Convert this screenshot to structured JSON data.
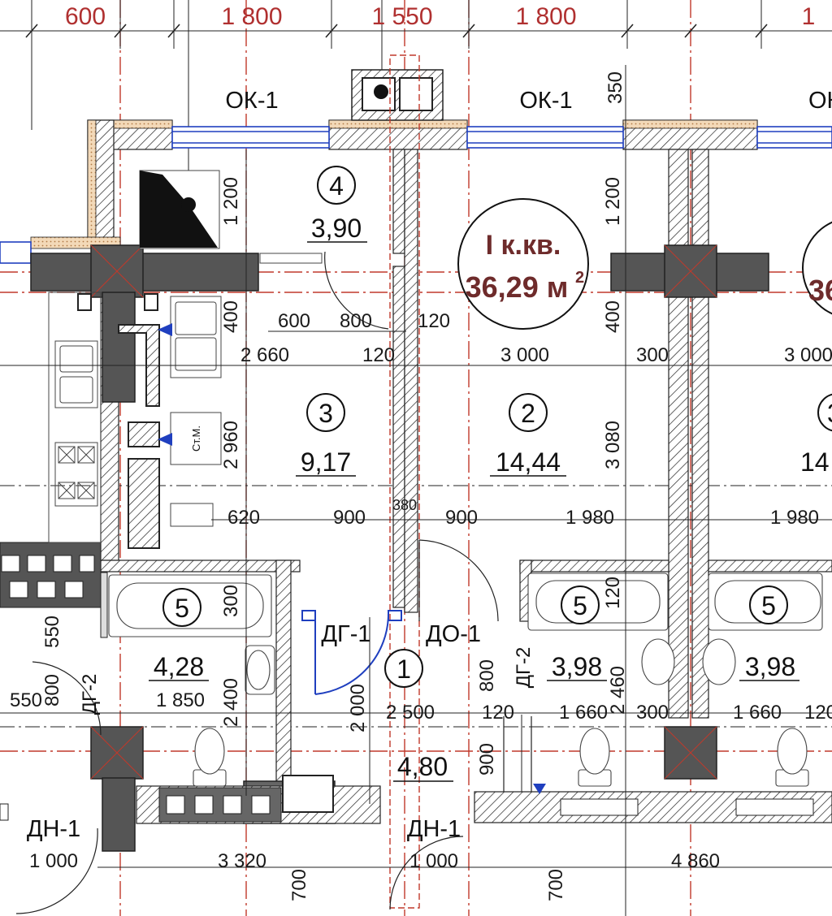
{
  "top_dimensions": [
    "600",
    "1 800",
    "1 550",
    "1 800",
    "1"
  ],
  "window_labels": [
    "ОК-1",
    "ОК-1",
    "ОК"
  ],
  "apartment": {
    "label": "I к.кв.",
    "area": "36,29 м",
    "sup": "2"
  },
  "rooms": [
    {
      "num": "4",
      "area": "3,90"
    },
    {
      "num": "3",
      "area": "9,17"
    },
    {
      "num": "2",
      "area": "14,44"
    },
    {
      "num": "1",
      "area": "4,80"
    },
    {
      "num": "5",
      "area": "4,28"
    },
    {
      "num": "5",
      "area": "3,98"
    },
    {
      "num": "5",
      "area": "3,98"
    }
  ],
  "right_partial": {
    "num": "3",
    "area": "14",
    "apt_area": "36"
  },
  "door_labels": [
    "ДГ-1",
    "ДО-1",
    "ДГ-2",
    "ДГ-2",
    "ДН-1",
    "ДН-1"
  ],
  "fridge_label": "Ст.М.",
  "dimensions": {
    "d350": "350",
    "d1200a": "1 200",
    "d1200b": "1 200",
    "d400a": "400",
    "d400b": "400",
    "d600": "600",
    "d800": "800",
    "d120a": "120",
    "d2660": "2 660",
    "d120b": "120",
    "d3000a": "3 000",
    "d300a": "300",
    "d3000b": "3 000",
    "d2960": "2 960",
    "d3080": "3 080",
    "d620": "620",
    "d900a": "900",
    "d380": "380",
    "d900b": "900",
    "d1980a": "1 980",
    "d1980b": "1 980",
    "d300b": "300",
    "d120c": "120",
    "d550a": "550",
    "d800b": "800",
    "d550b": "550",
    "d1850": "1 850",
    "d2400": "2 400",
    "d2000": "2 000",
    "d2500": "2 500",
    "d800c": "800",
    "d120d": "120",
    "d1660a": "1 660",
    "d2460": "2 460",
    "d300c": "300",
    "d1660b": "1 660",
    "d120e": "120",
    "d900c": "900",
    "d1000a": "1 000",
    "d3320": "3 320",
    "d1000b": "1 000",
    "d4860": "4 860",
    "d700a": "700",
    "d700b": "700"
  },
  "colors": {
    "axis": "#c0392b",
    "wall_hatch": "#222222",
    "column": "#555555",
    "window": "#1f3fbf",
    "insulation": "#e8c9a0",
    "badge": "#6e2b2b"
  }
}
